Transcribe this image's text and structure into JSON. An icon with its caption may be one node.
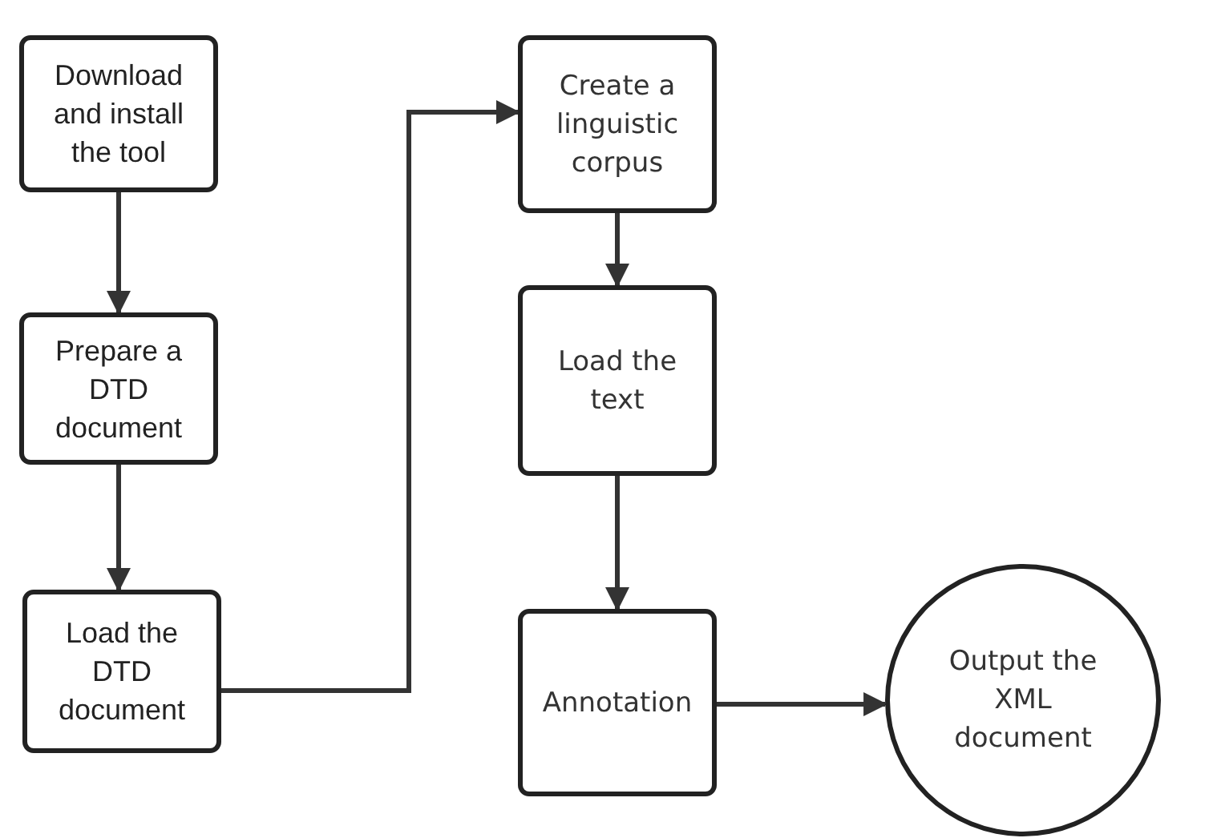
{
  "diagram": {
    "nodes": [
      {
        "text": [
          "Download and install the tool"
        ]
      },
      {
        "text": [
          "Prepare a DTD document"
        ]
      },
      {
        "text": [
          "Load the DTD document"
        ]
      },
      {
        "text": [
          "Create a linguistic corpus"
        ]
      },
      {
        "text": [
          "Load the text"
        ]
      },
      {
        "text": [
          "Annotation"
        ]
      },
      {
        "text": [
          "Output the XML document"
        ]
      }
    ],
    "edges": [
      {
        "from": 0,
        "to": 1,
        "arrow": "to"
      },
      {
        "from": 1,
        "to": 2,
        "arrow": "to"
      },
      {
        "from": 2,
        "to": 3,
        "arrow": "to"
      },
      {
        "from": 3,
        "to": 4,
        "arrow": "to"
      },
      {
        "from": 4,
        "to": 5,
        "arrow": "to"
      },
      {
        "from": 5,
        "to": 6,
        "arrow": "to"
      }
    ]
  }
}
